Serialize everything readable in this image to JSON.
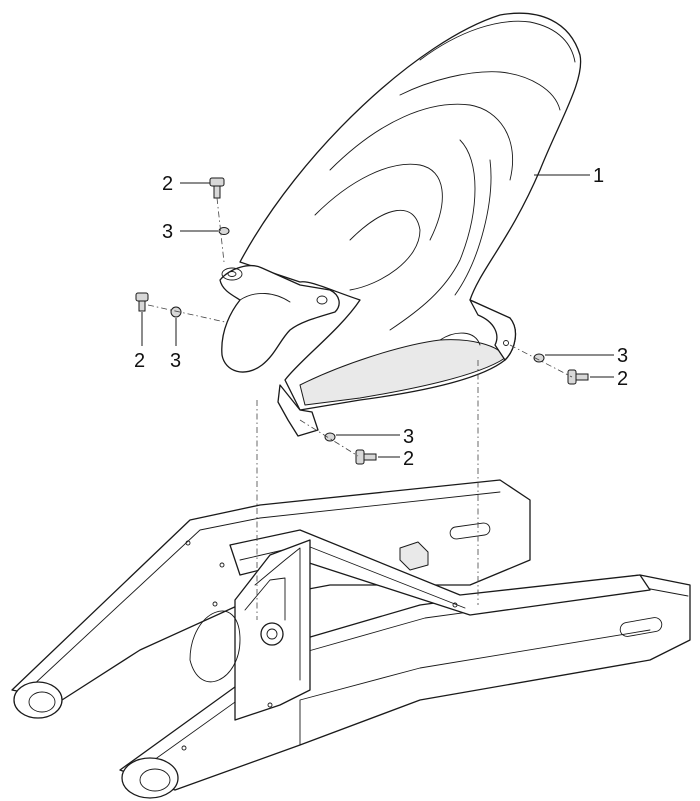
{
  "callouts": [
    {
      "id": "c1",
      "label": "1"
    },
    {
      "id": "c2a",
      "label": "2"
    },
    {
      "id": "c3a",
      "label": "3"
    },
    {
      "id": "c2b",
      "label": "2"
    },
    {
      "id": "c3b",
      "label": "3"
    },
    {
      "id": "c3c",
      "label": "3"
    },
    {
      "id": "c2c",
      "label": "2"
    },
    {
      "id": "c3d",
      "label": "3"
    },
    {
      "id": "c2d",
      "label": "2"
    }
  ]
}
